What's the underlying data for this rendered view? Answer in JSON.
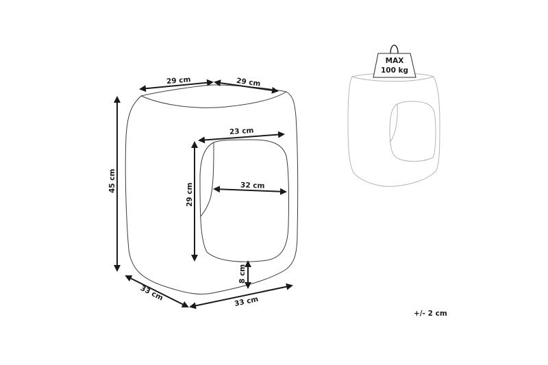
{
  "diagram": {
    "type": "product-dimension-drawing",
    "product": "pouf-with-opening",
    "dimensions": {
      "top_left_width": "29 cm",
      "top_right_depth": "29 cm",
      "height": "45 cm",
      "opening_width": "23 cm",
      "opening_height": "29 cm",
      "opening_depth": "32 cm",
      "opening_bottom_offset": "8 cm",
      "base_left": "33 cm",
      "base_right": "33 cm"
    },
    "load_badge": {
      "line1": "MAX",
      "line2": "100 kg"
    },
    "tolerance": "+/- 2 cm"
  },
  "colors": {
    "outline": "#3a3a3a",
    "outline_light": "#b4b4b4",
    "arrow": "#1a1a1a",
    "background": "#ffffff"
  }
}
